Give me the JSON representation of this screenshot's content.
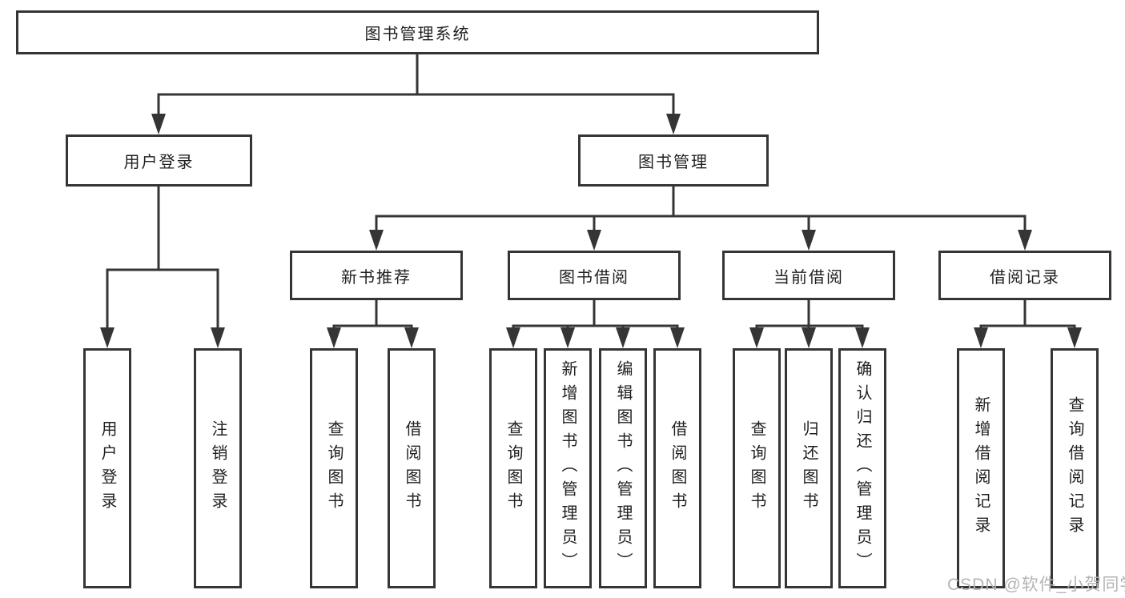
{
  "diagram_type": "hierarchy-tree",
  "hierarchy": {
    "label": "图书管理系统",
    "children": [
      {
        "label": "用户登录",
        "children": [
          {
            "label": "用户登录"
          },
          {
            "label": "注销登录"
          }
        ]
      },
      {
        "label": "图书管理",
        "children": [
          {
            "label": "新书推荐",
            "children": [
              {
                "label": "查询图书"
              },
              {
                "label": "借阅图书"
              }
            ]
          },
          {
            "label": "图书借阅",
            "children": [
              {
                "label": "查询图书"
              },
              {
                "label": "新增图书（管理员）"
              },
              {
                "label": "编辑图书（管理员）"
              },
              {
                "label": "借阅图书"
              }
            ]
          },
          {
            "label": "当前借阅",
            "children": [
              {
                "label": "查询图书"
              },
              {
                "label": "归还图书"
              },
              {
                "label": "确认归还（管理员）"
              }
            ]
          },
          {
            "label": "借阅记录",
            "children": [
              {
                "label": "新增借阅记录"
              },
              {
                "label": "查询借阅记录"
              }
            ]
          }
        ]
      }
    ]
  },
  "watermark": {
    "text": "CSDN @软件_小贺同学"
  },
  "colors": {
    "line": "#353535",
    "box_border": "#353535",
    "box_fill": "#ffffff",
    "text": "#1f1f1f",
    "watermark": "#b4b4b4",
    "background": "#ffffff"
  }
}
